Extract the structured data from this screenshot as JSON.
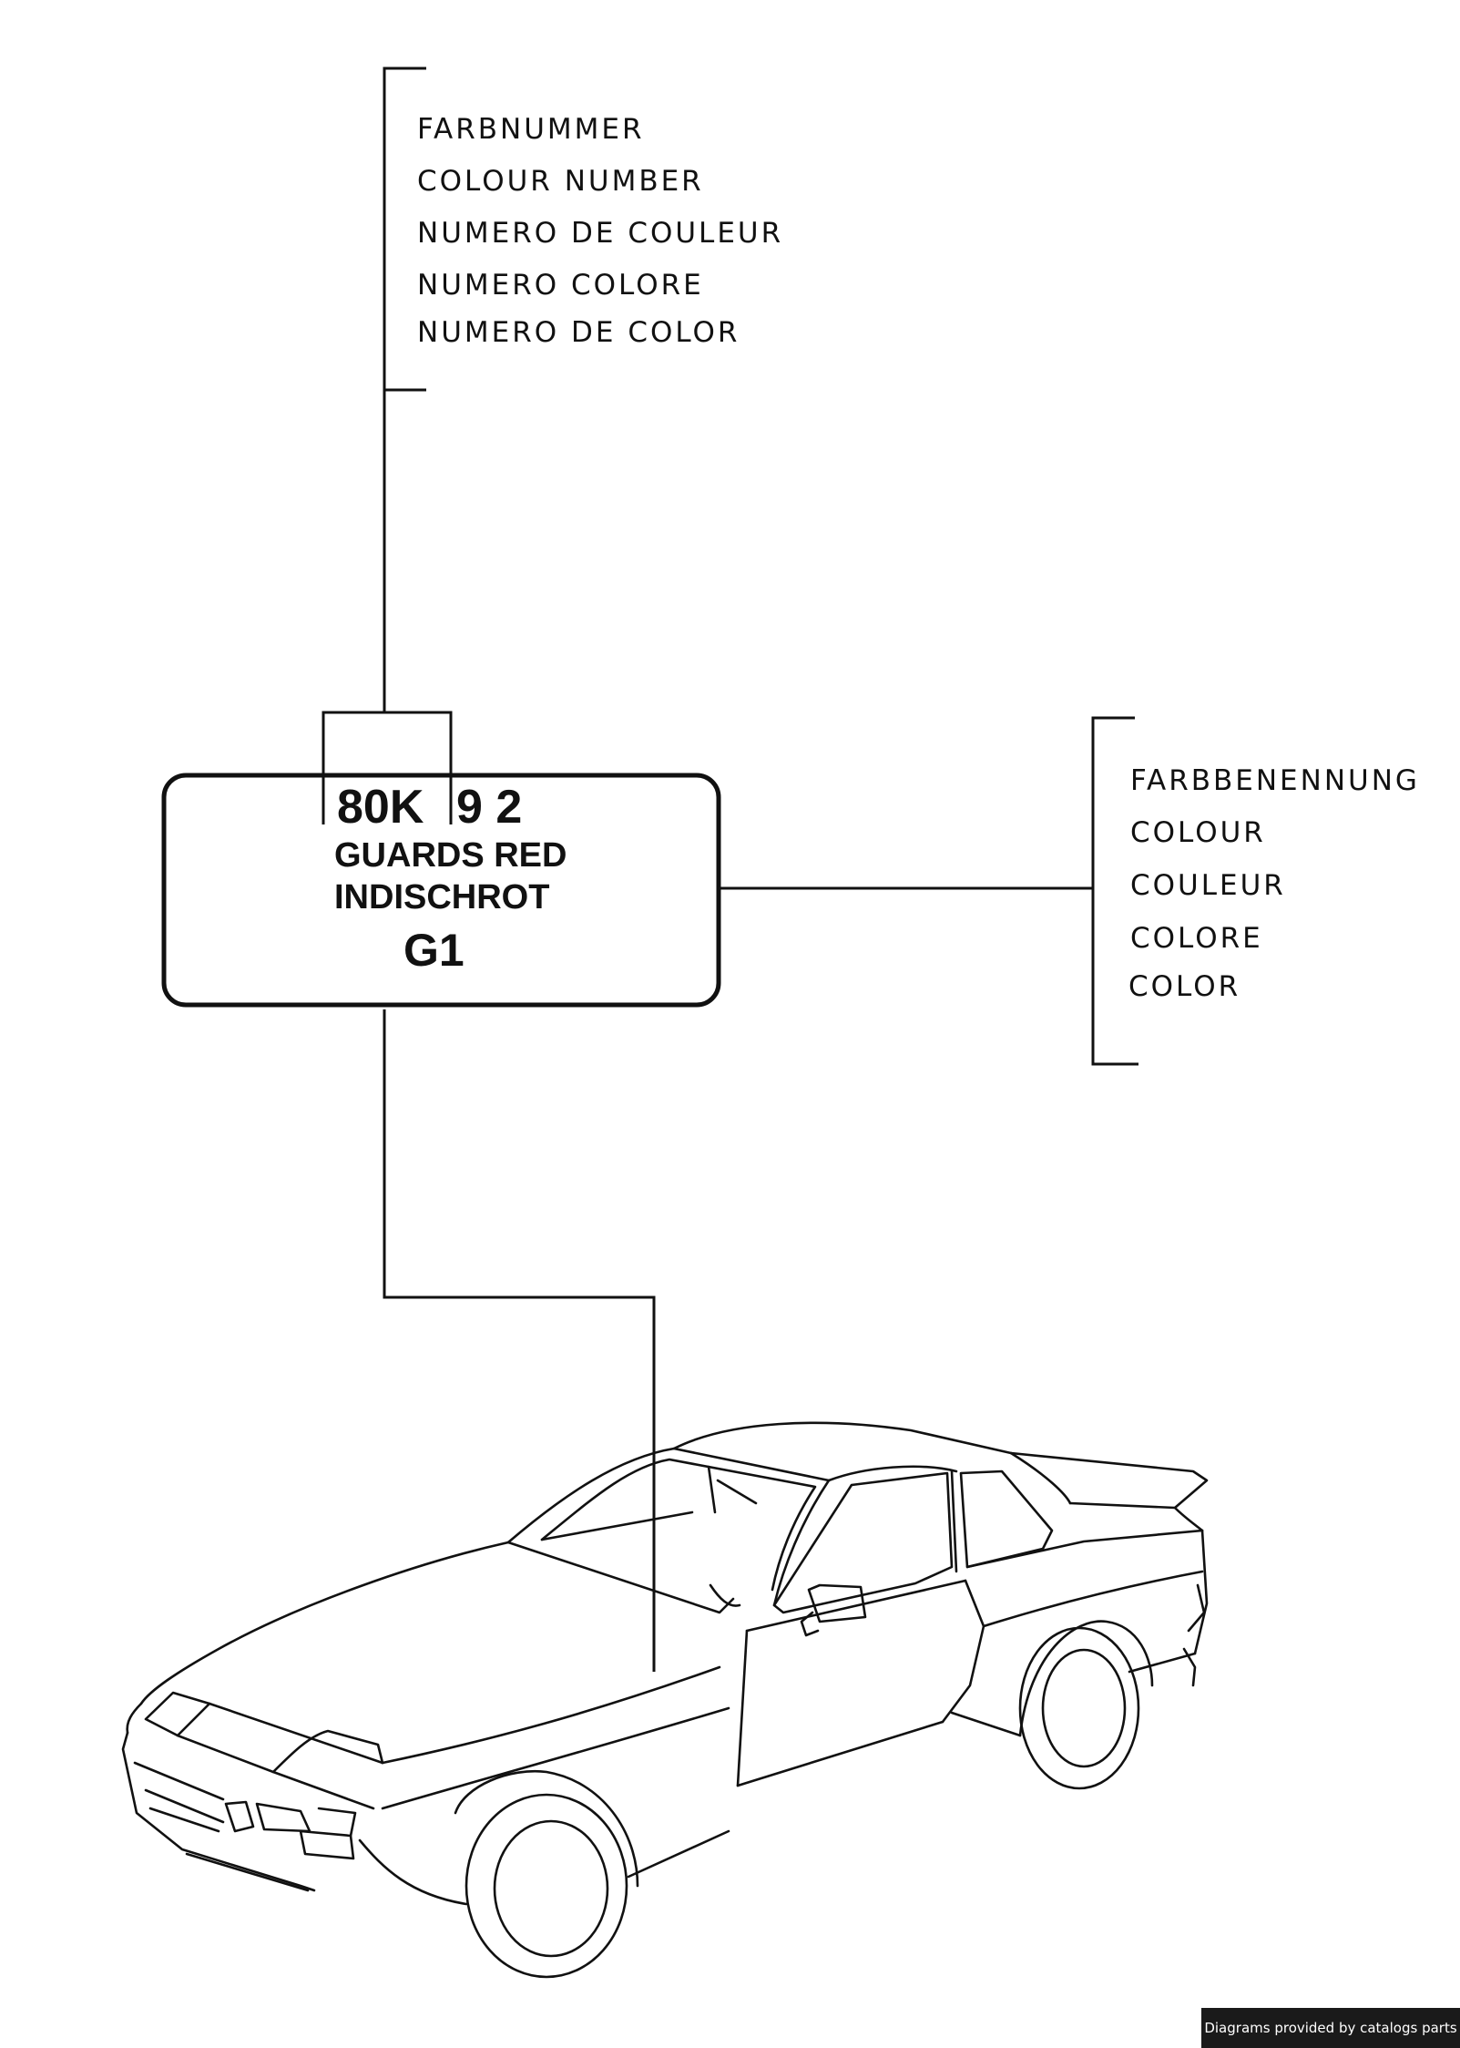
{
  "colour_number_labels": {
    "de": "FARBNUMMER",
    "en": "COLOUR NUMBER",
    "fr": "NUMERO DE COULEUR",
    "it": "NUMERO COLORE",
    "es": "NUMERO DE COLOR"
  },
  "colour_name_labels": {
    "de": "FARBBENENNUNG",
    "en": "COLOUR",
    "fr": "COULEUR",
    "it": "COLORE",
    "es": "COLOR"
  },
  "paint_plate": {
    "code_prefix": "80K",
    "code_suffix": "9 2",
    "name_en": "GUARDS RED",
    "name_de": "INDISCHROT",
    "code_short": "G1"
  },
  "footer": {
    "credit": "Diagrams provided by catalogs parts"
  }
}
